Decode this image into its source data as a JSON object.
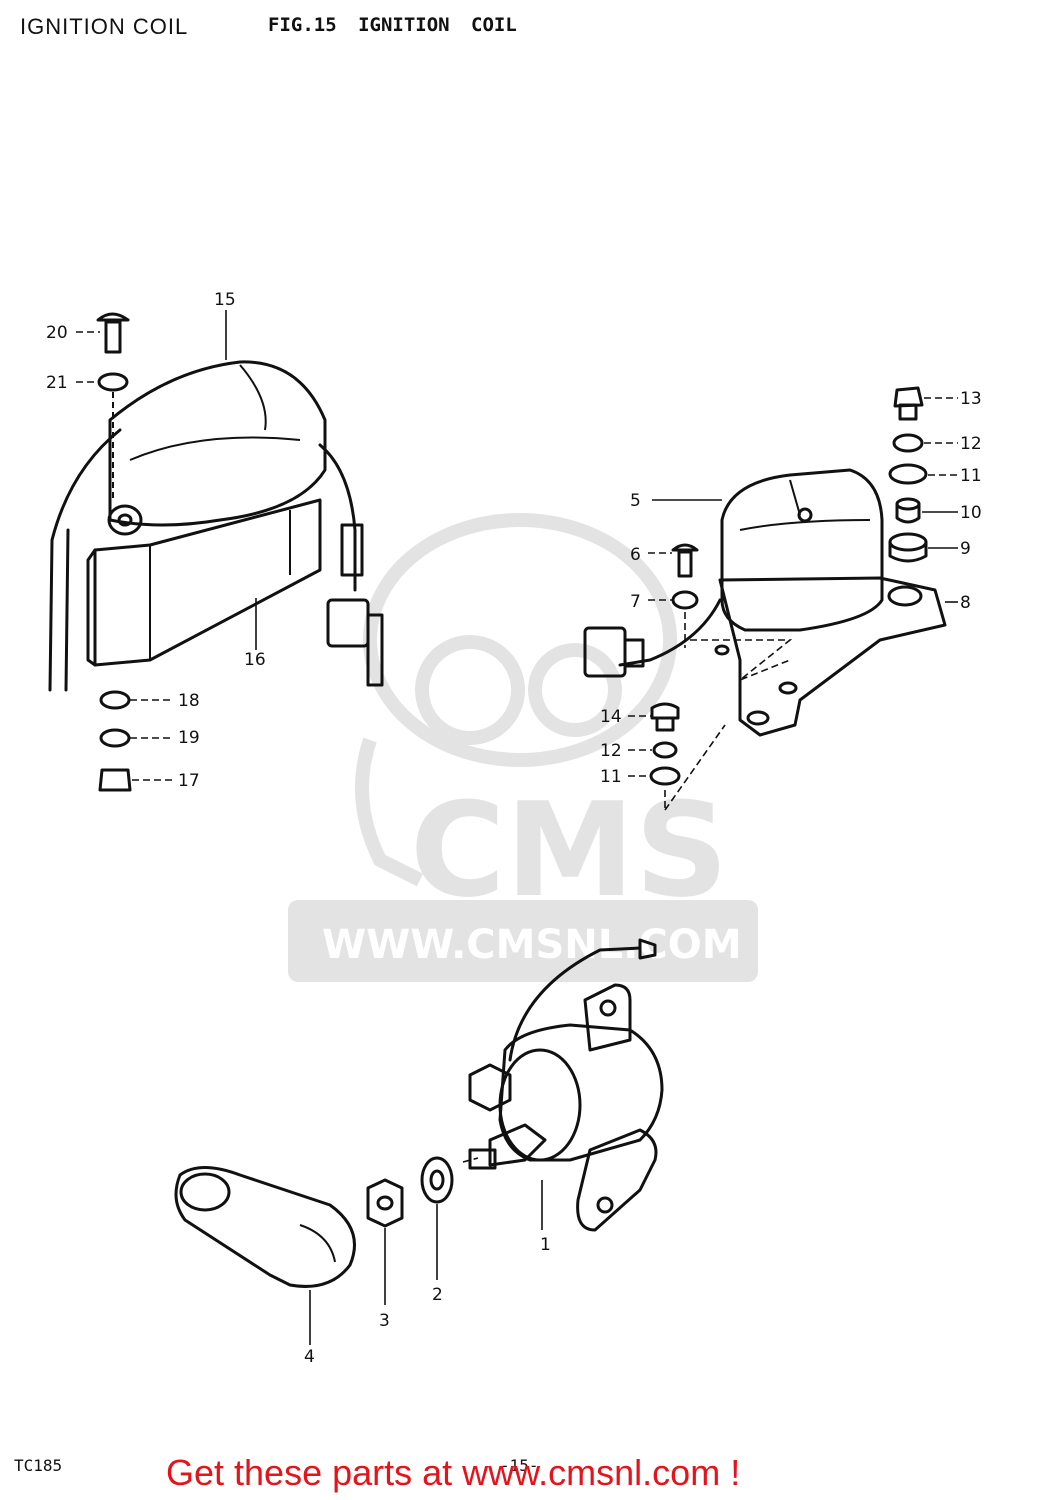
{
  "header": {
    "title": "IGNITION COIL",
    "figure": "FIG.15  IGNITION COIL"
  },
  "watermark": {
    "brand": "CMS",
    "url": "WWW.CMSNL.COM"
  },
  "callouts": {
    "c1": "1",
    "c2": "2",
    "c3": "3",
    "c4": "4",
    "c5": "5",
    "c6": "6",
    "c7": "7",
    "c8": "8",
    "c9": "9",
    "c10": "10",
    "c11a": "11",
    "c11b": "11",
    "c12a": "12",
    "c12b": "12",
    "c13": "13",
    "c14": "14",
    "c15": "15",
    "c16": "16",
    "c17": "17",
    "c18": "18",
    "c19": "19",
    "c20": "20",
    "c21": "21"
  },
  "footer": {
    "model": "TC185",
    "page": "-15-",
    "cta": "Get these parts at www.cmsnl.com !"
  }
}
